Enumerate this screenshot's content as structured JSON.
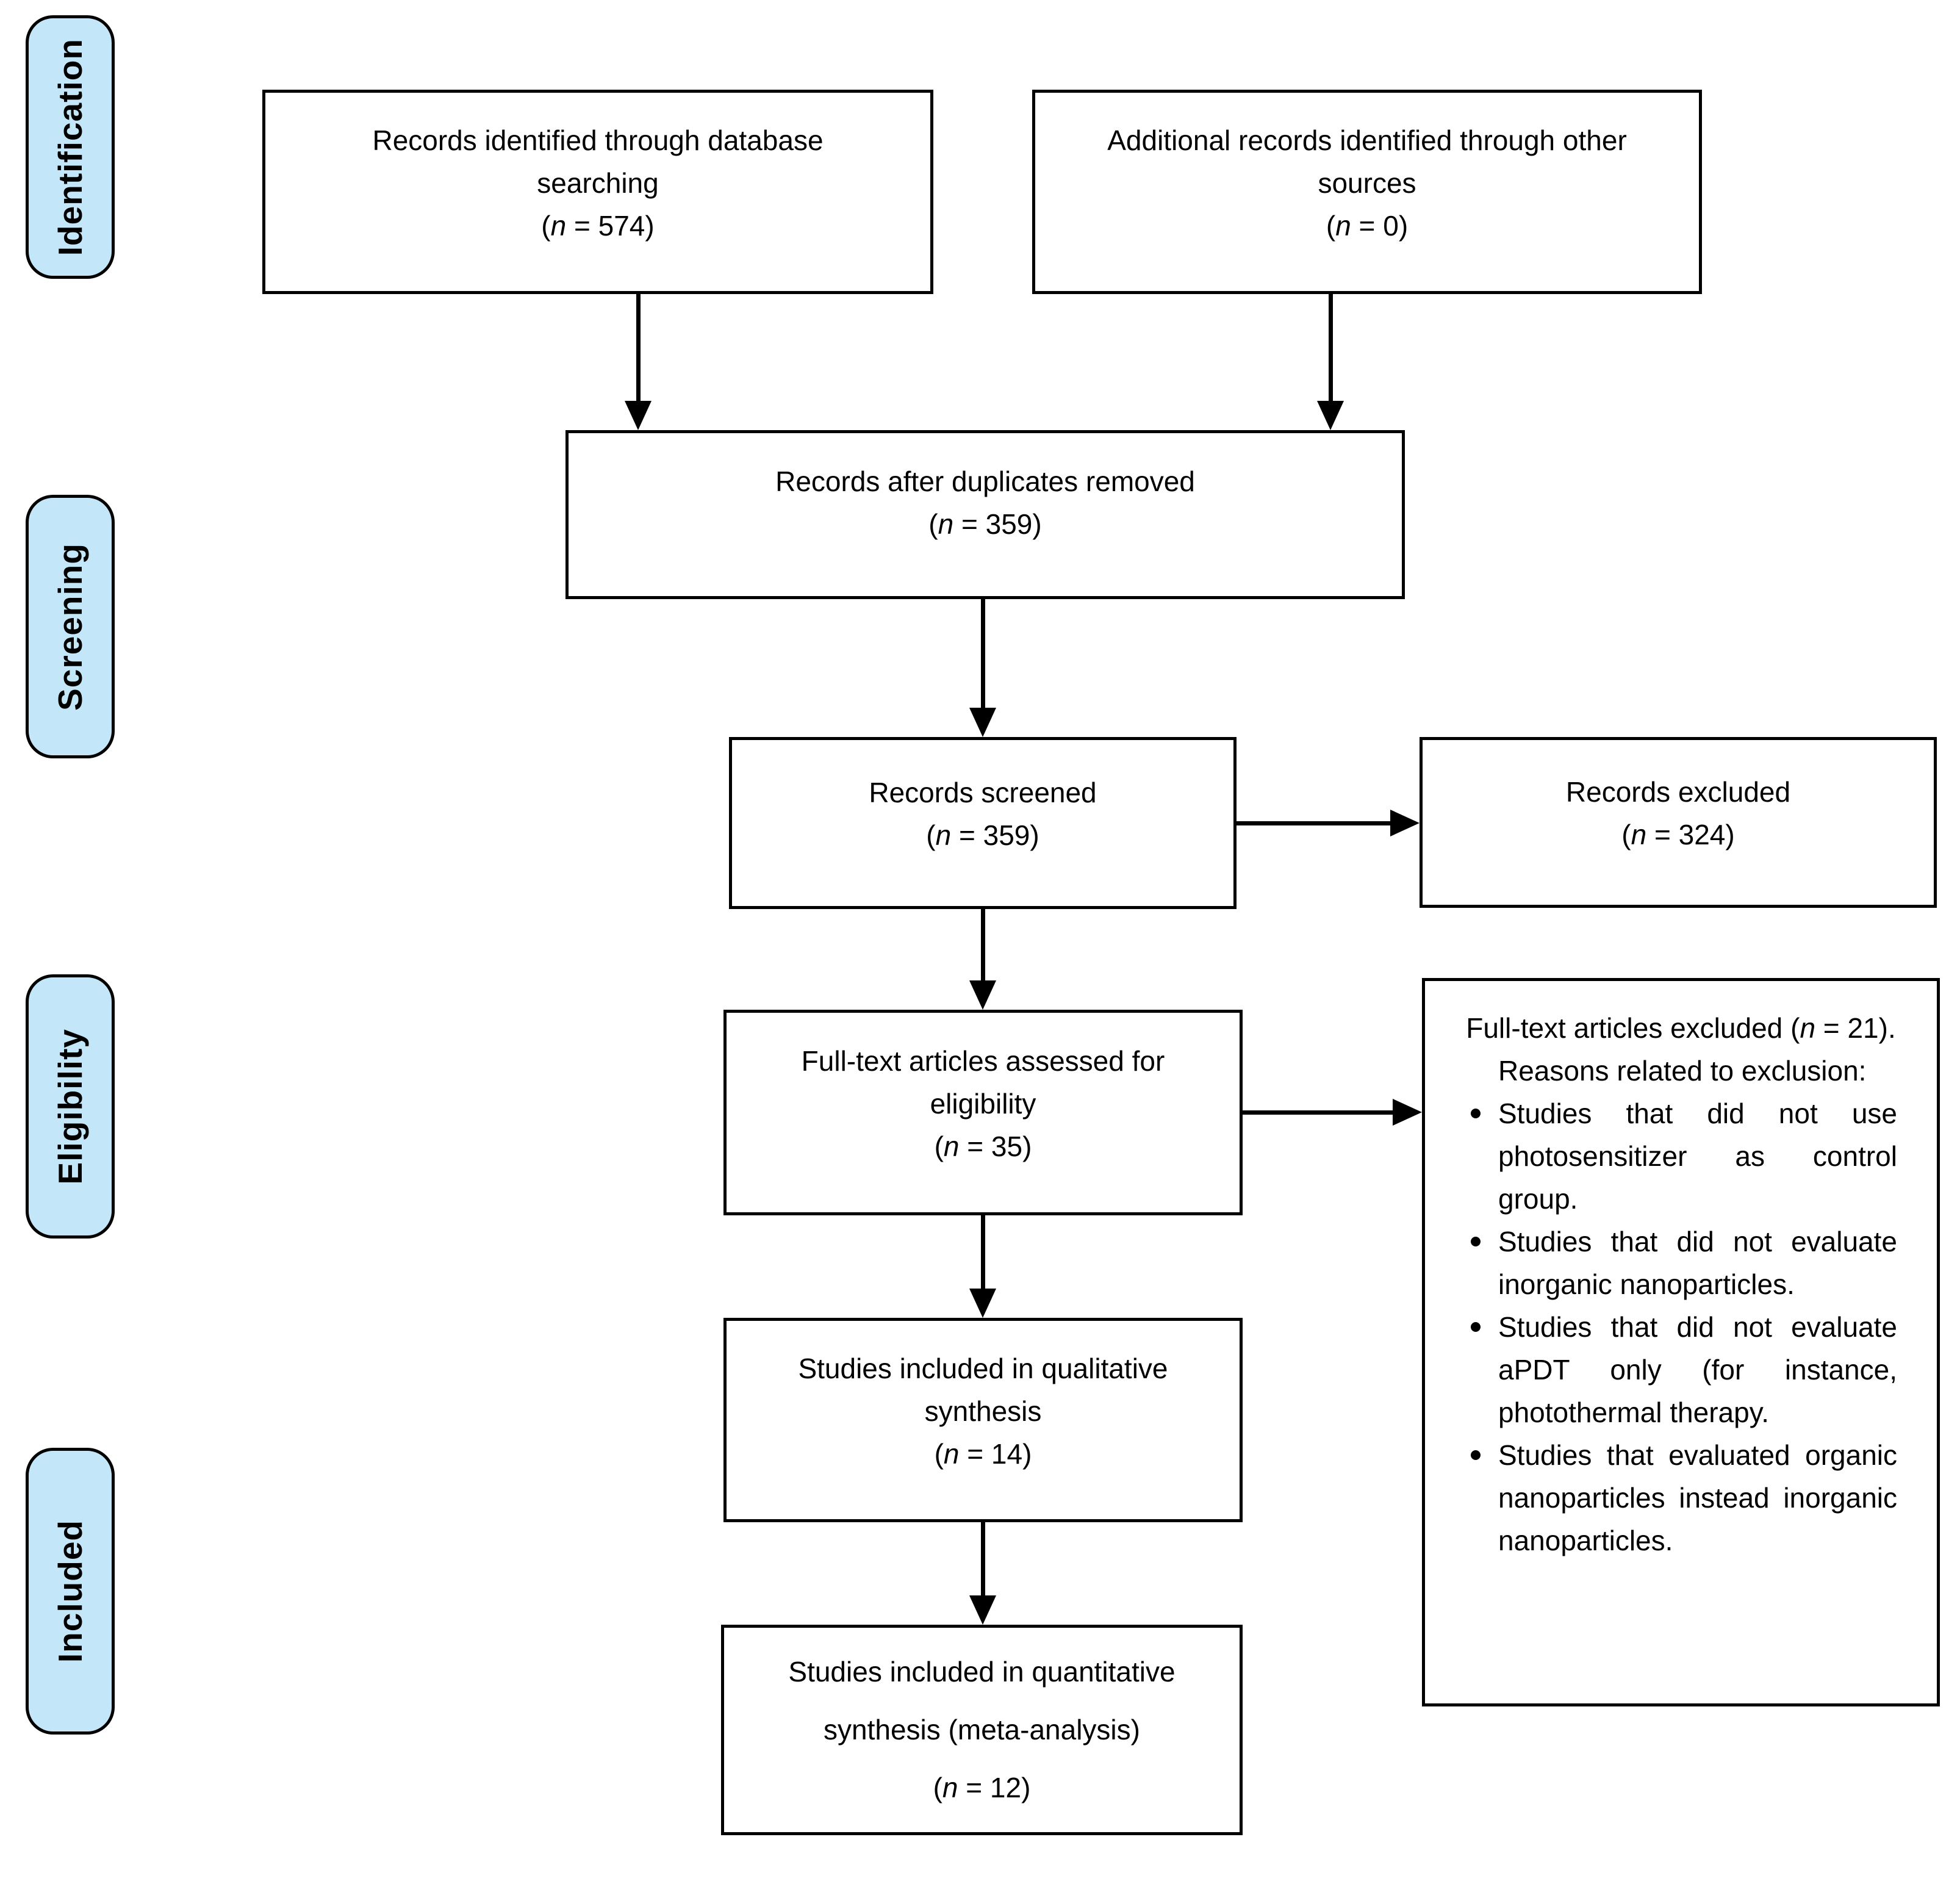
{
  "stages": [
    {
      "label": "Identification"
    },
    {
      "label": "Screening"
    },
    {
      "label": "Eligibility"
    },
    {
      "label": "Included"
    }
  ],
  "n_format": {
    "open": "(",
    "var": "n",
    "eq": " = ",
    "close": ")",
    "close_period": ")."
  },
  "boxes": {
    "identified_db": {
      "label": "Records identified through database searching",
      "n": "574"
    },
    "identified_other": {
      "label": "Additional records identified through other sources",
      "n": "0"
    },
    "duplicates_removed": {
      "label": "Records after duplicates removed",
      "n": "359"
    },
    "screened": {
      "label": "Records screened",
      "n": "359"
    },
    "excluded": {
      "label": "Records excluded",
      "n": "324"
    },
    "fulltext_assessed": {
      "label": "Full-text articles assessed for eligibility",
      "n": "35"
    },
    "qualitative": {
      "label": "Studies included in qualitative synthesis",
      "n": "14"
    },
    "quantitative": {
      "label": "Studies included in quantitative synthesis (meta-analysis)",
      "n": "12"
    }
  },
  "fulltext_excluded": {
    "title": "Full-text articles excluded",
    "n": "21",
    "reasons_heading": "Reasons related to exclusion:",
    "reasons": [
      "Studies that did not use photosensitizer as control group.",
      "Studies that did not evaluate inorganic nanoparticles.",
      "Studies that did not evaluate aPDT only (for instance, photothermal therapy.",
      "Studies that evaluated organic nanoparticles instead inorganic nanoparticles."
    ]
  },
  "colors": {
    "stage_fill": "#c3e7f9",
    "line": "#000000",
    "box_background": "#ffffff"
  }
}
